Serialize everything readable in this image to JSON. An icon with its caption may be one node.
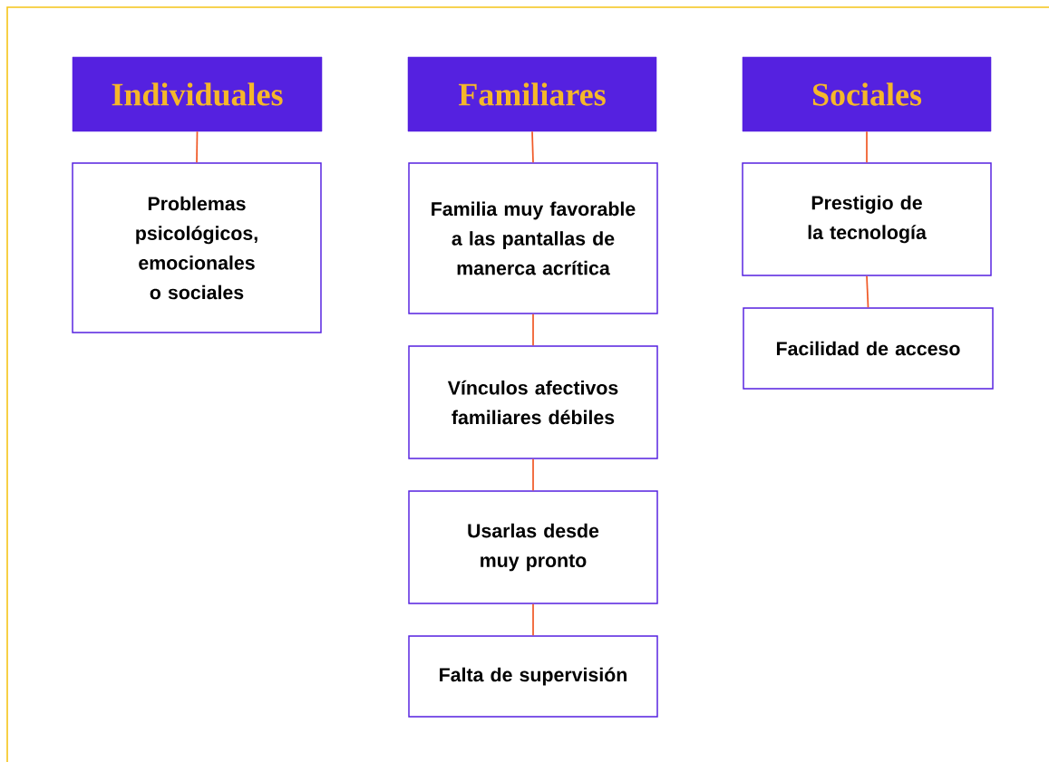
{
  "diagram": {
    "nodes": [
      {
        "text": [
          "Individuales"
        ]
      },
      {
        "text": [
          "Problemas psicológicos, emocionales o sociales"
        ]
      },
      {
        "text": [
          "Familiares"
        ]
      },
      {
        "text": [
          "Familia muy favorable a las pantallas de manerca acrítica"
        ]
      },
      {
        "text": [
          "Vínculos afectivos familiares débiles"
        ]
      },
      {
        "text": [
          "Usarlas desde muy pronto"
        ]
      },
      {
        "text": [
          "Falta de supervisión"
        ]
      },
      {
        "text": [
          "Sociales"
        ]
      },
      {
        "text": [
          "Prestigio de la tecnología"
        ]
      },
      {
        "text": [
          "Facilidad de acceso"
        ]
      }
    ],
    "edges": [
      {
        "from": 0,
        "to": 1,
        "arrow": "none"
      },
      {
        "from": 2,
        "to": 3,
        "arrow": "none"
      },
      {
        "from": 3,
        "to": 4,
        "arrow": "none"
      },
      {
        "from": 4,
        "to": 5,
        "arrow": "none"
      },
      {
        "from": 5,
        "to": 6,
        "arrow": "none"
      },
      {
        "from": 7,
        "to": 8,
        "arrow": "none"
      },
      {
        "from": 8,
        "to": 9,
        "arrow": "none"
      }
    ]
  }
}
